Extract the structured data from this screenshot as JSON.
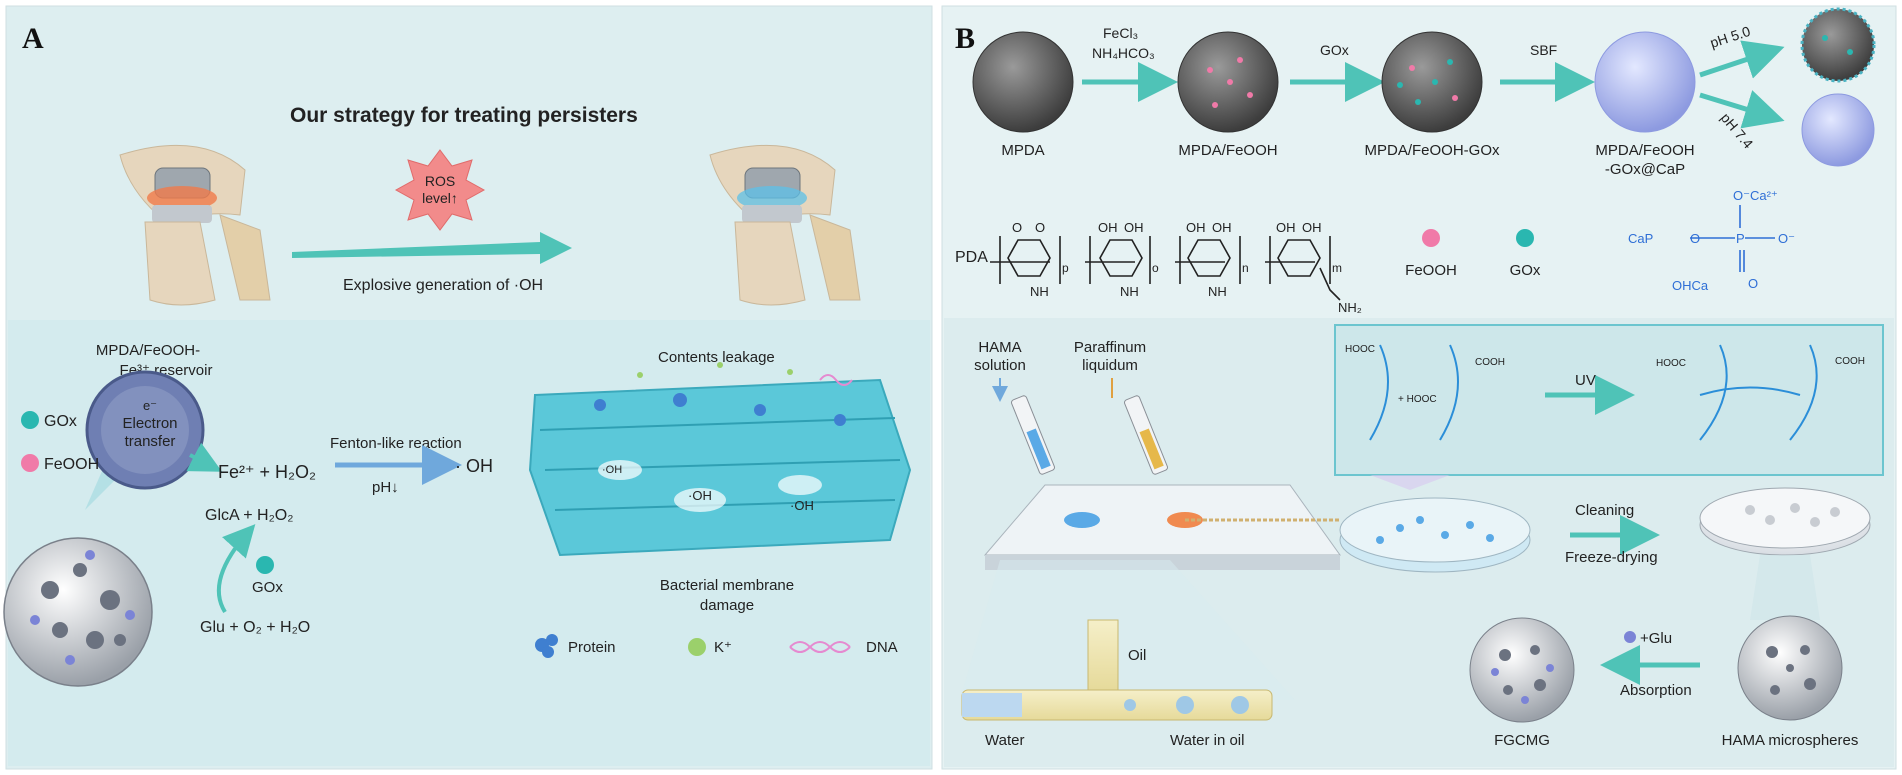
{
  "panelA": {
    "panel_label": "A",
    "title": "Our strategy for treating persisters",
    "ros": {
      "line1": "ROS",
      "line2": "level↑"
    },
    "arrow_caption": "Explosive generation of ·OH",
    "reservoir": {
      "line1": "MPDA/FeOOH-",
      "line2": "Fe³⁺ reservoir"
    },
    "electron": {
      "line1": "e⁻",
      "line2": "Electron",
      "line3": "transfer"
    },
    "legend_gox": "GOx",
    "legend_feooh": "FeOOH",
    "fe_h2o2": "Fe²⁺ + H₂O₂",
    "glca_h2o2": "GlcA + H₂O₂",
    "gox": "GOx",
    "glu": "Glu + O₂ + H₂O",
    "fenton": "Fenton-like reaction",
    "ph": "pH↓",
    "oh": "· OH",
    "membrane_oh": "·OH",
    "contents_leakage": "Contents leakage",
    "damage": {
      "line1": "Bacterial membrane",
      "line2": "damage"
    },
    "legend_protein": "Protein",
    "legend_k": "K⁺",
    "legend_dna": "DNA"
  },
  "panelB": {
    "panel_label": "B",
    "reagent_1a": "FeCl₃",
    "reagent_1b": "NH₄HCO₃",
    "reagent_2": "GOx",
    "reagent_3": "SBF",
    "mpda": "MPDA",
    "mpda_feooh": "MPDA/FeOOH",
    "mpda_feooh_gox": "MPDA/FeOOH-GOx",
    "capsule": {
      "line1": "MPDA/FeOOH",
      "line2": "-GOx@CaP"
    },
    "ph50": "pH 5.0",
    "ph74": "pH 7.4",
    "pda": "PDA",
    "pda_groups": {
      "o": "O",
      "oh": "OH",
      "nh": "NH",
      "nh2": "NH₂"
    },
    "pda_subscripts": {
      "p": "p",
      "o": "o",
      "n": "n",
      "m": "m"
    },
    "feooh": "FeOOH",
    "gox": "GOx",
    "cap": {
      "ca_top": "O⁻Ca²⁺",
      "cap": "CaP",
      "o": "O",
      "p": "P",
      "o_right": "O⁻",
      "ohca": "OHCa",
      "o_bottom": "O"
    },
    "hama_solution": {
      "line1": "HAMA",
      "line2": "solution"
    },
    "paraffin": {
      "line1": "Paraffinum",
      "line2": "liquidum"
    },
    "uv": "UV",
    "chem": {
      "hooc": "HOOC",
      "cooh": "COOH",
      "plus": "+ HOOC"
    },
    "cleaning": "Cleaning",
    "freeze": "Freeze-drying",
    "oil": "Oil",
    "water": "Water",
    "water_in_oil": "Water in oil",
    "plus_glu": "+Glu",
    "absorption": "Absorption",
    "fgcmg": "FGCMG",
    "hama_microspheres": "HAMA microspheres"
  },
  "colors": {
    "panel_bg_a": "#ddeef0",
    "panel_bg_b": "#e6f2f3",
    "teal_arrow": "#4fc3b7",
    "blue_arrow": "#6fa8dc",
    "gox_teal": "#2ab7b0",
    "feooh_pink": "#f07aa8",
    "membrane": "#5bc8d9",
    "cap_blue": "#2f6fd6",
    "chain_blue": "#2b8ed8",
    "ros_star": "#f28b8b"
  }
}
